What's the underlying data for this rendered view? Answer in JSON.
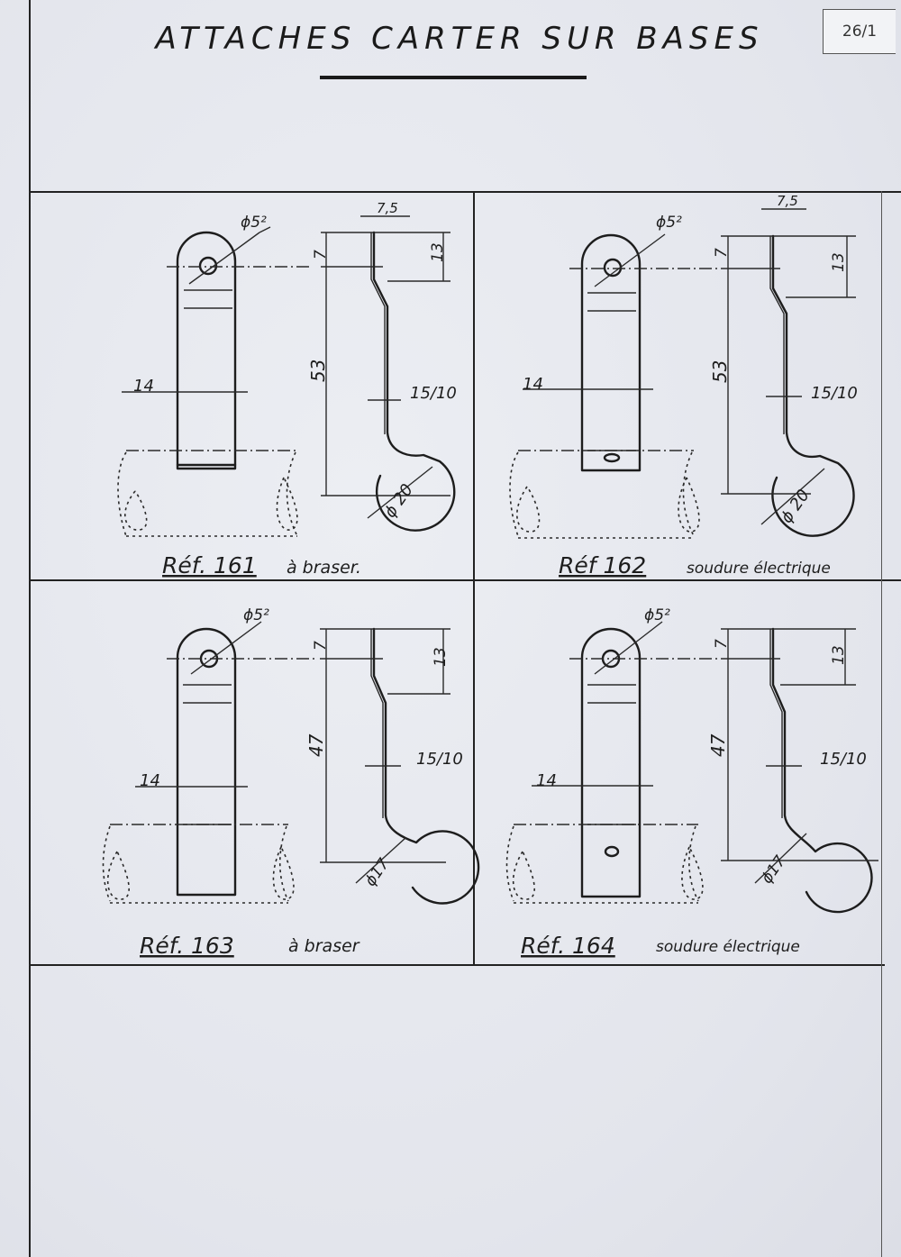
{
  "header": {
    "title": "ATTACHES CARTER SUR BASES",
    "page_number": "26/1"
  },
  "panels": [
    {
      "ref": "Réf. 161",
      "method": "à braser.",
      "hole_dia": "ϕ5²",
      "width": "14",
      "thickness": "15/10",
      "offset": "7,5",
      "hole_to_top": "7",
      "bend_height": "13",
      "length": "53",
      "ring_dia": "ϕ 20"
    },
    {
      "ref": "Réf 162",
      "method": "soudure électrique",
      "hole_dia": "ϕ5²",
      "width": "14",
      "thickness": "15/10",
      "offset": "7,5",
      "hole_to_top": "7",
      "bend_height": "13",
      "length": "53",
      "ring_dia": "ϕ 20"
    },
    {
      "ref": "Réf. 163",
      "method": "à braser",
      "hole_dia": "ϕ5²",
      "width": "14",
      "thickness": "15/10",
      "hole_to_top": "7",
      "bend_height": "13",
      "length": "47",
      "ring_dia": "ϕ17"
    },
    {
      "ref": "Réf. 164",
      "method": "soudure électrique",
      "hole_dia": "ϕ5²",
      "width": "14",
      "thickness": "15/10",
      "hole_to_top": "7",
      "bend_height": "13",
      "length": "47",
      "ring_dia": "ϕ17"
    }
  ]
}
